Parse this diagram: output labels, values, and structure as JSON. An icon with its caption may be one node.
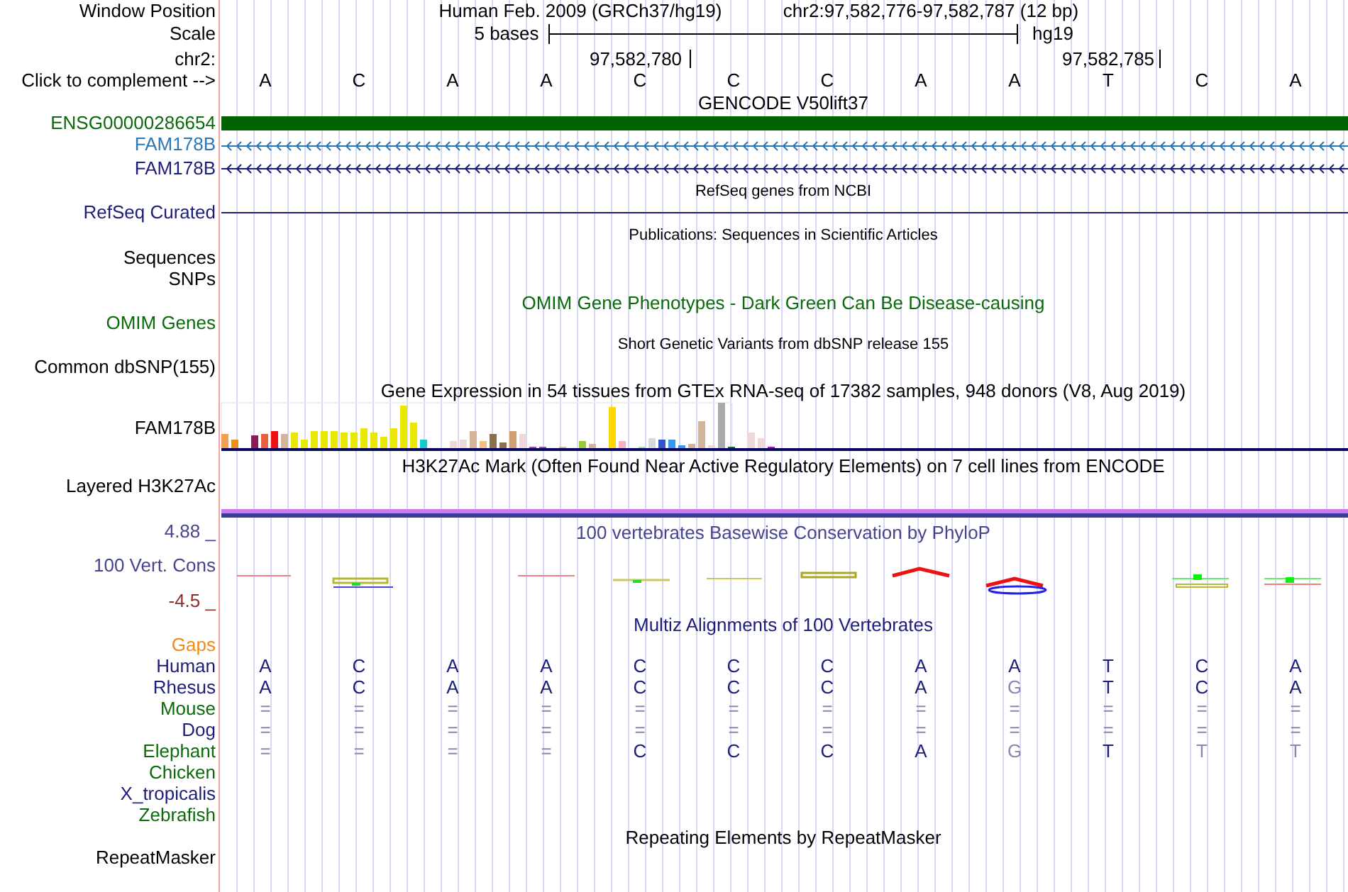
{
  "diagram": {
    "labels": [
      "Window Position",
      "Human Feb. 2009 (GRCh37/hg19)",
      "chr2:97,582,776-97,582,787 (12 bp)",
      "Scale",
      "5 bases",
      "hg19",
      "chr2:",
      "97,582,780",
      "97,582,785",
      "Click to complement -->",
      "A",
      "C",
      "A",
      "A",
      "C",
      "C",
      "C",
      "A",
      "A",
      "T",
      "C",
      "A",
      "GENCODE V50lift37",
      "ENSG00000286654",
      "FAM178B",
      "FAM178B",
      "RefSeq genes from NCBI",
      "RefSeq Curated",
      "Publications: Sequences in Scientific Articles",
      "Sequences",
      "SNPs",
      "OMIM Gene Phenotypes - Dark Green Can Be Disease-causing",
      "OMIM Genes",
      "Short Genetic Variants from dbSNP release 155",
      "Common dbSNP(155)",
      "Gene Expression in 54 tissues from GTEx RNA-seq of 17382 samples, 948 donors (V8, Aug 2019)",
      "FAM178B",
      "H3K27Ac Mark (Often Found Near Active Regulatory Elements) on 7 cell lines from ENCODE",
      "Layered H3K27Ac",
      "4.88 _",
      "100 vertebrates Basewise Conservation by PhyloP",
      "100 Vert. Cons",
      "-4.5 _",
      "Multiz Alignments of 100 Vertebrates",
      "Gaps",
      "Human",
      "A",
      "C",
      "A",
      "A",
      "C",
      "C",
      "C",
      "A",
      "A",
      "T",
      "C",
      "A",
      "Rhesus",
      "A",
      "C",
      "A",
      "A",
      "C",
      "C",
      "C",
      "A",
      "G",
      "T",
      "C",
      "A",
      "Mouse",
      "=",
      "=",
      "=",
      "=",
      "=",
      "=",
      "=",
      "=",
      "=",
      "=",
      "=",
      "=",
      "Dog",
      "=",
      "=",
      "=",
      "=",
      "=",
      "=",
      "=",
      "=",
      "=",
      "=",
      "=",
      "=",
      "Elephant",
      "=",
      "=",
      "=",
      "=",
      "C",
      "C",
      "C",
      "A",
      "G",
      "T",
      "T",
      "T",
      "Chicken",
      "X_tropicalis",
      "Zebrafish",
      "Repeating Elements by RepeatMasker",
      "RepeatMasker"
    ]
  }
}
